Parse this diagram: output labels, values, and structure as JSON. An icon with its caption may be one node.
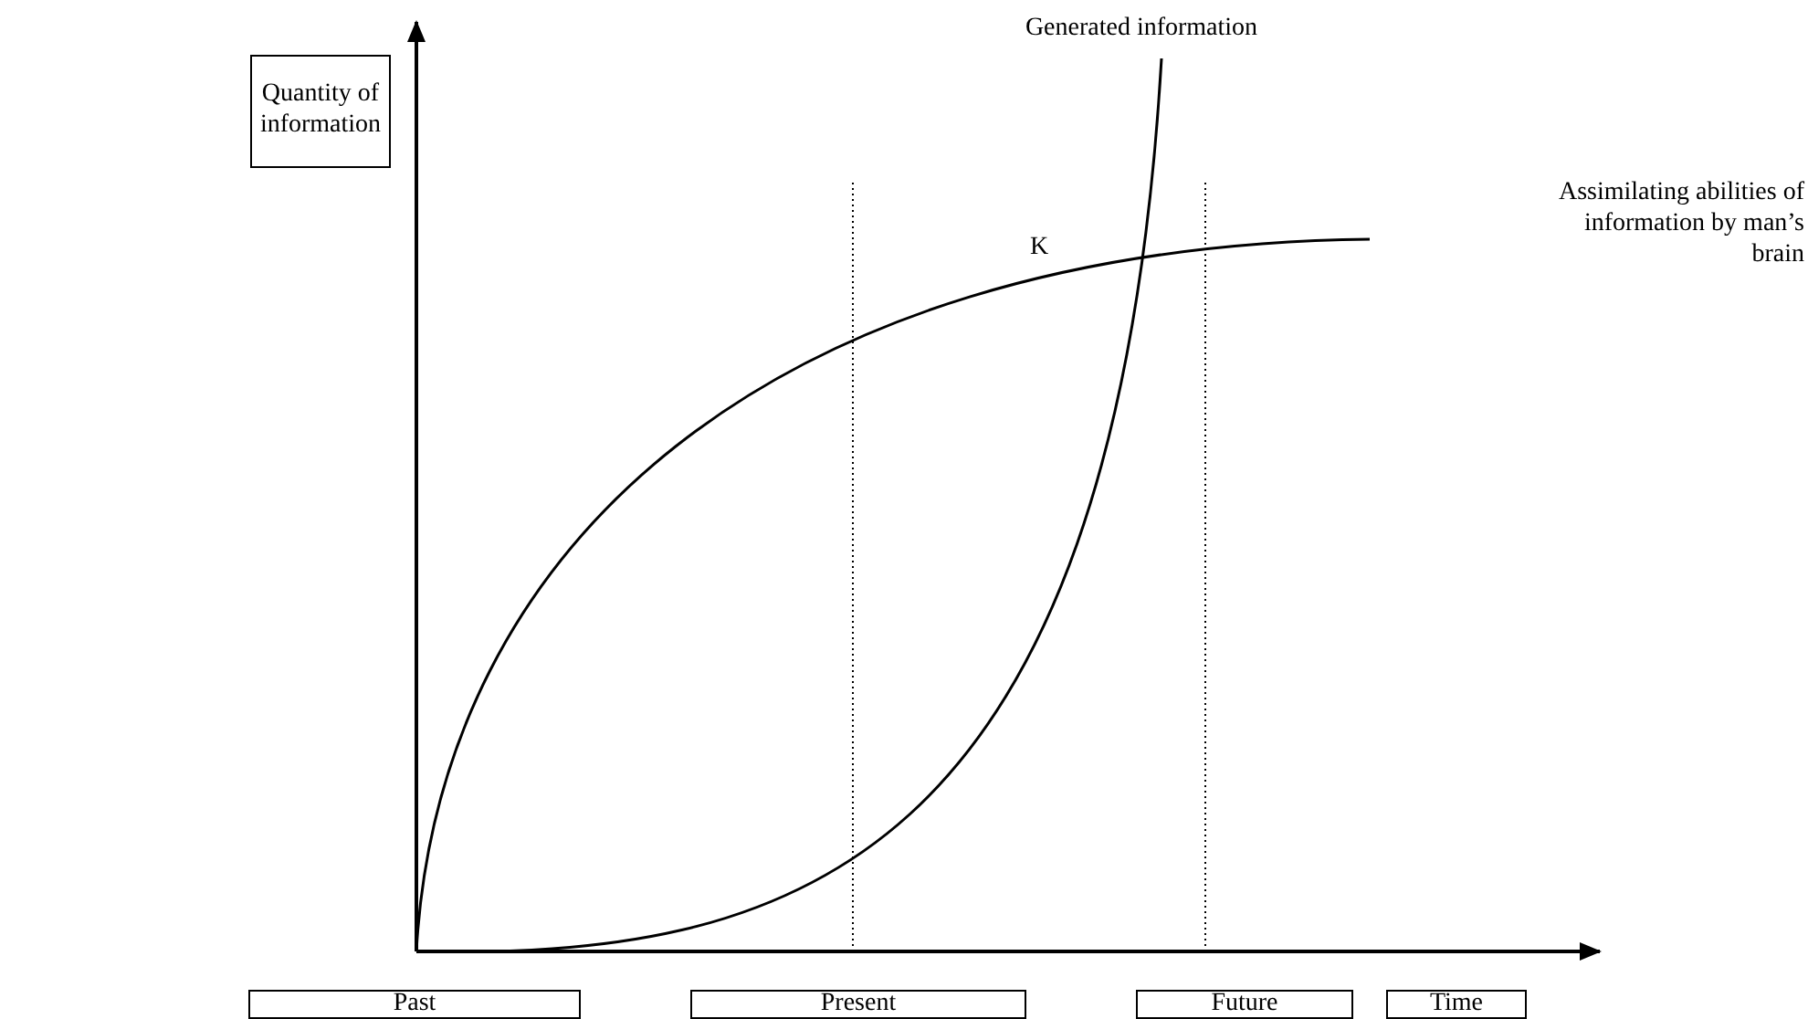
{
  "diagram": {
    "nodes": [
      {
        "text": [
          "Quantity of information"
        ]
      },
      {
        "text": [
          "Past"
        ]
      },
      {
        "text": [
          "Present"
        ]
      },
      {
        "text": [
          "Future"
        ]
      },
      {
        "text": [
          "Time"
        ]
      }
    ],
    "labels": [
      "Generated information",
      "K",
      "Assimilating abilities of information by man’s brain"
    ]
  }
}
